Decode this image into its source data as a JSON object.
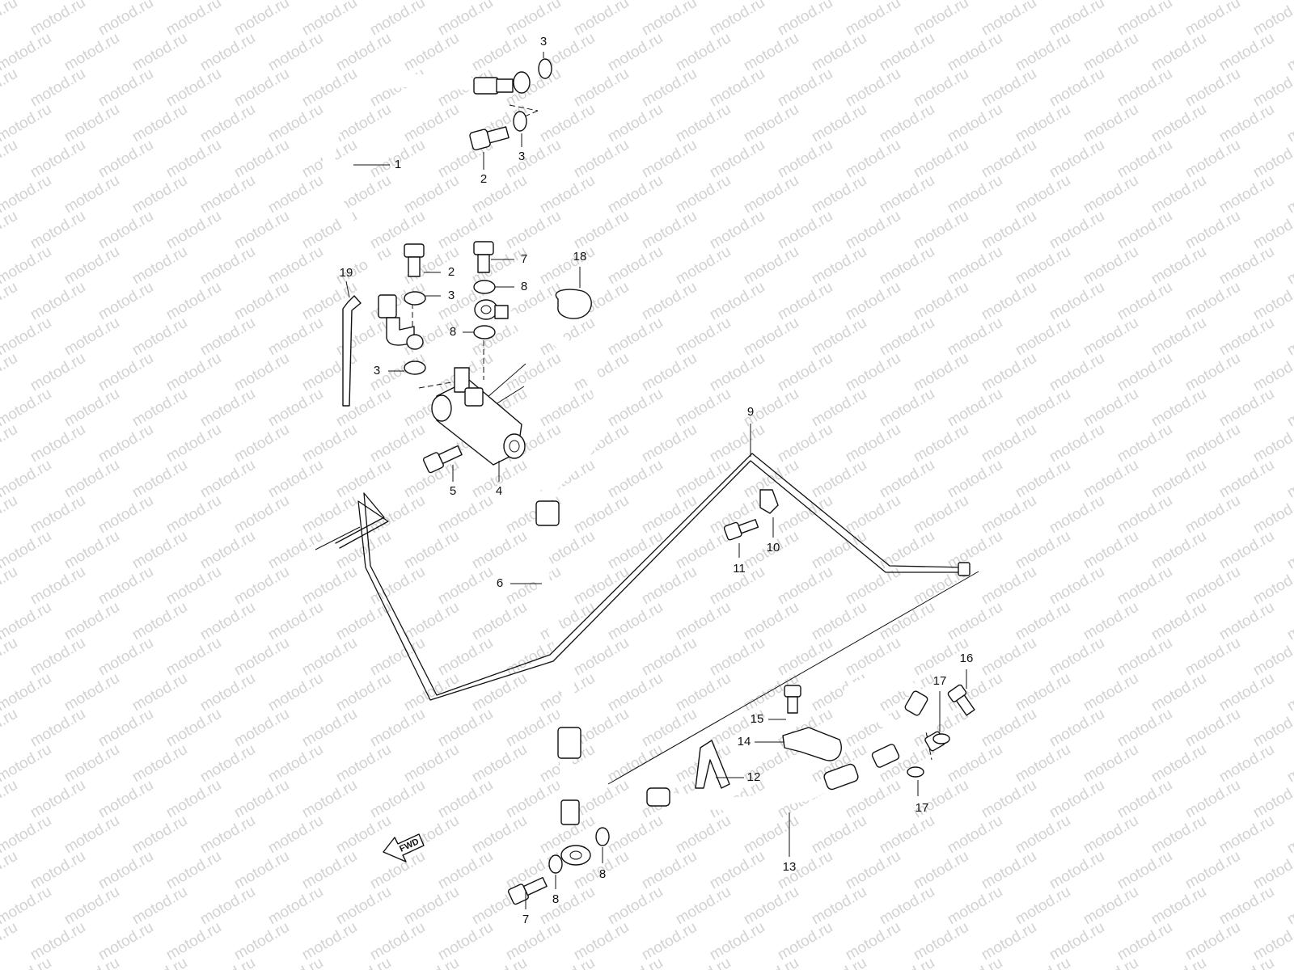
{
  "watermark": {
    "text": "motod.ru"
  },
  "callouts": [
    {
      "id": "1",
      "text": "1"
    },
    {
      "id": "2a",
      "text": "2"
    },
    {
      "id": "2b",
      "text": "2"
    },
    {
      "id": "3a",
      "text": "3"
    },
    {
      "id": "3b",
      "text": "3"
    },
    {
      "id": "3c",
      "text": "3"
    },
    {
      "id": "3d",
      "text": "3"
    },
    {
      "id": "4",
      "text": "4"
    },
    {
      "id": "5",
      "text": "5"
    },
    {
      "id": "6",
      "text": "6"
    },
    {
      "id": "7a",
      "text": "7"
    },
    {
      "id": "7b",
      "text": "7"
    },
    {
      "id": "8a",
      "text": "8"
    },
    {
      "id": "8b",
      "text": "8"
    },
    {
      "id": "8c",
      "text": "8"
    },
    {
      "id": "8d",
      "text": "8"
    },
    {
      "id": "9",
      "text": "9"
    },
    {
      "id": "10",
      "text": "10"
    },
    {
      "id": "11",
      "text": "11"
    },
    {
      "id": "12",
      "text": "12"
    },
    {
      "id": "13",
      "text": "13"
    },
    {
      "id": "14",
      "text": "14"
    },
    {
      "id": "15",
      "text": "15"
    },
    {
      "id": "16",
      "text": "16"
    },
    {
      "id": "17a",
      "text": "17"
    },
    {
      "id": "17b",
      "text": "17"
    },
    {
      "id": "18",
      "text": "18"
    },
    {
      "id": "19",
      "text": "19"
    }
  ],
  "direction_arrow": {
    "text": "FWD"
  },
  "colors": {
    "line": "#111111",
    "watermark": "#d2d2d2",
    "background": "#ffffff"
  }
}
